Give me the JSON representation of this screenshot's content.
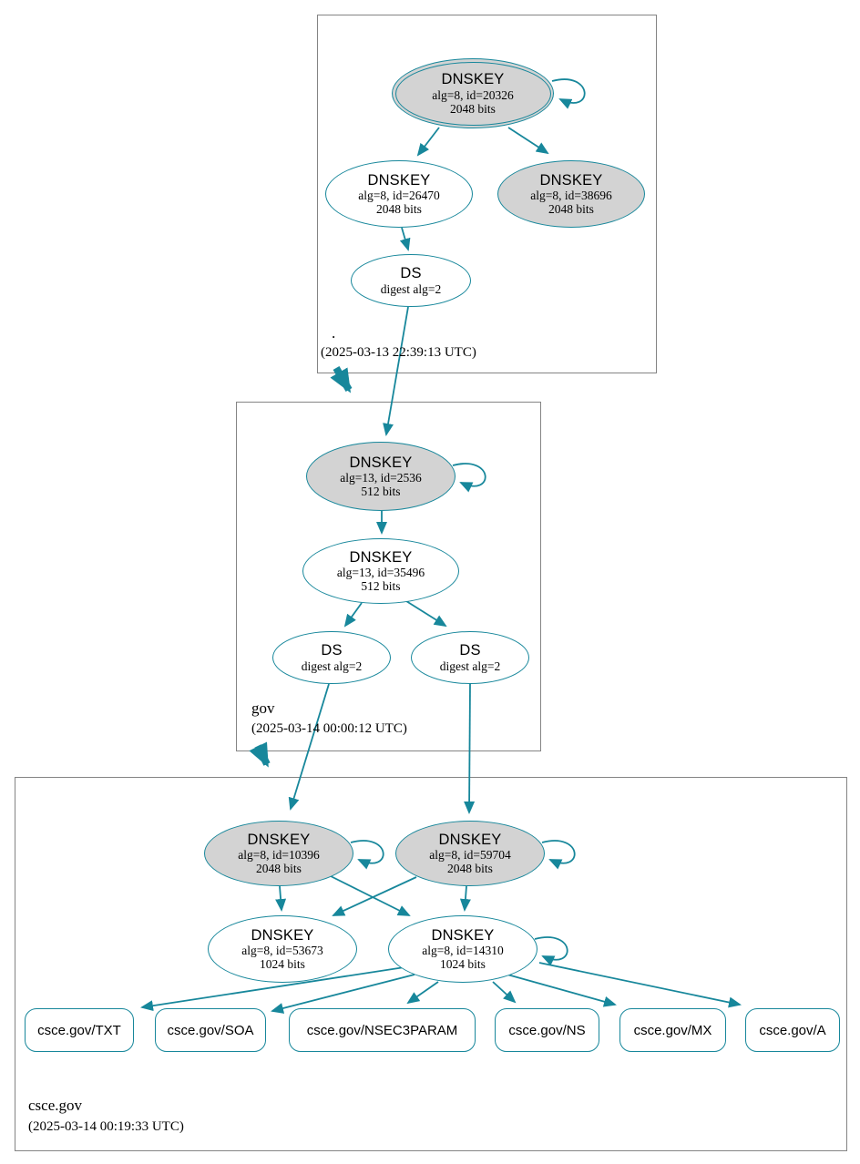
{
  "colors": {
    "secure_teal": "#17879b",
    "ksk_fill_gray": "#d3d3d3",
    "node_fill_white": "#ffffff",
    "zone_border_gray": "#848484",
    "text_black": "#000000"
  },
  "zones": [
    {
      "name": ".",
      "timestamp": "(2025-03-13 22:39:13 UTC)"
    },
    {
      "name": "gov",
      "timestamp": "(2025-03-14 00:00:12 UTC)"
    },
    {
      "name": "csce.gov",
      "timestamp": "(2025-03-14 00:19:33 UTC)"
    }
  ],
  "nodes": {
    "root_ksk_20326": {
      "type": "DNSKEY",
      "detail": "alg=8, id=20326",
      "bits": "2048 bits"
    },
    "root_zsk_26470": {
      "type": "DNSKEY",
      "detail": "alg=8, id=26470",
      "bits": "2048 bits"
    },
    "root_ksk_38696": {
      "type": "DNSKEY",
      "detail": "alg=8, id=38696",
      "bits": "2048 bits"
    },
    "root_ds": {
      "type": "DS",
      "detail": "digest alg=2"
    },
    "gov_ksk_2536": {
      "type": "DNSKEY",
      "detail": "alg=13, id=2536",
      "bits": "512 bits"
    },
    "gov_zsk_35496": {
      "type": "DNSKEY",
      "detail": "alg=13, id=35496",
      "bits": "512 bits"
    },
    "gov_ds_1": {
      "type": "DS",
      "detail": "digest alg=2"
    },
    "gov_ds_2": {
      "type": "DS",
      "detail": "digest alg=2"
    },
    "csce_ksk_10396": {
      "type": "DNSKEY",
      "detail": "alg=8, id=10396",
      "bits": "2048 bits"
    },
    "csce_ksk_59704": {
      "type": "DNSKEY",
      "detail": "alg=8, id=59704",
      "bits": "2048 bits"
    },
    "csce_zsk_53673": {
      "type": "DNSKEY",
      "detail": "alg=8, id=53673",
      "bits": "1024 bits"
    },
    "csce_zsk_14310": {
      "type": "DNSKEY",
      "detail": "alg=8, id=14310",
      "bits": "1024 bits"
    }
  },
  "rrsets": [
    {
      "label": "csce.gov/TXT"
    },
    {
      "label": "csce.gov/SOA"
    },
    {
      "label": "csce.gov/NSEC3PARAM"
    },
    {
      "label": "csce.gov/NS"
    },
    {
      "label": "csce.gov/MX"
    },
    {
      "label": "csce.gov/A"
    }
  ]
}
